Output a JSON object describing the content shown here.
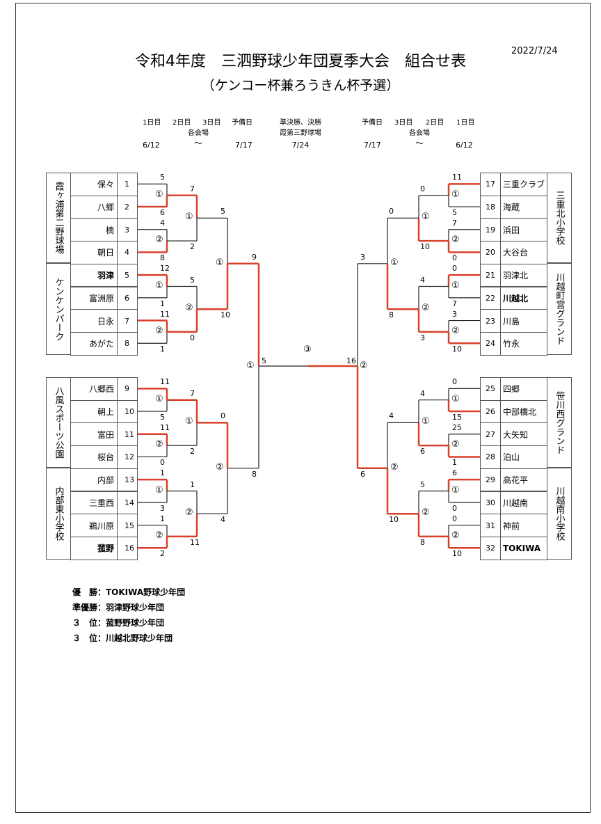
{
  "header": {
    "title": "令和4年度　三泗野球少年団夏季大会　組合せ表",
    "subtitle": "（ケンコー杯兼ろうきん杯予選）",
    "date": "2022/7/24"
  },
  "schedule": {
    "left": {
      "days": [
        "1日目",
        "2日目",
        "3日目",
        "予備日"
      ],
      "venue": "各会場",
      "from": "6/12",
      "tilde": "〜",
      "to": "7/17"
    },
    "center": {
      "line1": "準決勝、決勝",
      "line2": "霞第三野球場",
      "date": "7/24"
    },
    "right": {
      "days": [
        "予備日",
        "3日目",
        "2日目",
        "1日目"
      ],
      "venue": "各会場",
      "from": "7/17",
      "tilde": "〜",
      "to": "6/12"
    }
  },
  "venues": {
    "v1": "霞ヶ浦第二野球場",
    "v2": "ケンケンパーク",
    "v3": "八風スポーツ公園",
    "v4": "内部東小学校",
    "v5": "三重北小学校",
    "v6": "川越町営グランド",
    "v7": "笹川西グランド",
    "v8": "川越南小学校"
  },
  "teams_left": [
    {
      "name": "保々",
      "no": "1"
    },
    {
      "name": "八郷",
      "no": "2"
    },
    {
      "name": "楠",
      "no": "3"
    },
    {
      "name": "朝日",
      "no": "4"
    },
    {
      "name": "羽津",
      "no": "5"
    },
    {
      "name": "富洲原",
      "no": "6"
    },
    {
      "name": "日永",
      "no": "7"
    },
    {
      "name": "あがた",
      "no": "8"
    },
    {
      "name": "八郷西",
      "no": "9"
    },
    {
      "name": "朝上",
      "no": "10"
    },
    {
      "name": "富田",
      "no": "11"
    },
    {
      "name": "桜台",
      "no": "12"
    },
    {
      "name": "内部",
      "no": "13"
    },
    {
      "name": "三重西",
      "no": "14"
    },
    {
      "name": "鵜川原",
      "no": "15"
    },
    {
      "name": "菰野",
      "no": "16"
    }
  ],
  "teams_right": [
    {
      "name": "三重クラブ",
      "no": "17"
    },
    {
      "name": "海蔵",
      "no": "18"
    },
    {
      "name": "浜田",
      "no": "19"
    },
    {
      "name": "大谷台",
      "no": "20"
    },
    {
      "name": "羽津北",
      "no": "21"
    },
    {
      "name": "川越北",
      "no": "22"
    },
    {
      "name": "川島",
      "no": "23"
    },
    {
      "name": "竹永",
      "no": "24"
    },
    {
      "name": "四郷",
      "no": "25"
    },
    {
      "name": "中部橋北",
      "no": "26"
    },
    {
      "name": "大矢知",
      "no": "27"
    },
    {
      "name": "泊山",
      "no": "28"
    },
    {
      "name": "高花平",
      "no": "29"
    },
    {
      "name": "川越南",
      "no": "30"
    },
    {
      "name": "神前",
      "no": "31"
    },
    {
      "name": "TOKIWA",
      "no": "32"
    }
  ],
  "left_scores_r1": [
    "5",
    "6",
    "4",
    "8",
    "12",
    "1",
    "11",
    "1",
    "11",
    "5",
    "11",
    "0",
    "1",
    "3",
    "1",
    "2"
  ],
  "left_scores_r2": [
    "7",
    "2",
    "5",
    "0",
    "7",
    "2",
    "1",
    "11"
  ],
  "left_scores_r3": [
    "5",
    "10",
    "0",
    "4"
  ],
  "left_scores_r4": [
    "9",
    "8"
  ],
  "right_scores_r1": [
    "11",
    "5",
    "7",
    "0",
    "0",
    "7",
    "3",
    "10",
    "0",
    "15",
    "25",
    "1",
    "6",
    "0",
    "0",
    "10"
  ],
  "right_scores_r2": [
    "0",
    "10",
    "4",
    "3",
    "4",
    "6",
    "5",
    "8"
  ],
  "right_scores_r3": [
    "0",
    "8",
    "4",
    "10"
  ],
  "right_scores_r4": [
    "3",
    "6"
  ],
  "final": {
    "left_score": "5",
    "right_score": "16",
    "day": "③",
    "left_day": "①",
    "right_day": "②"
  },
  "rounds": {
    "r1": "①",
    "r1b": "②",
    "r2": "①",
    "r2b": "②"
  },
  "results": [
    "優　勝：TOKIWA野球少年団",
    "準優勝：羽津野球少年団",
    "３　位：菰野野球少年団",
    "３　位：川越北野球少年団"
  ],
  "colors": {
    "winner_line": "#d9402b",
    "line": "#222"
  }
}
